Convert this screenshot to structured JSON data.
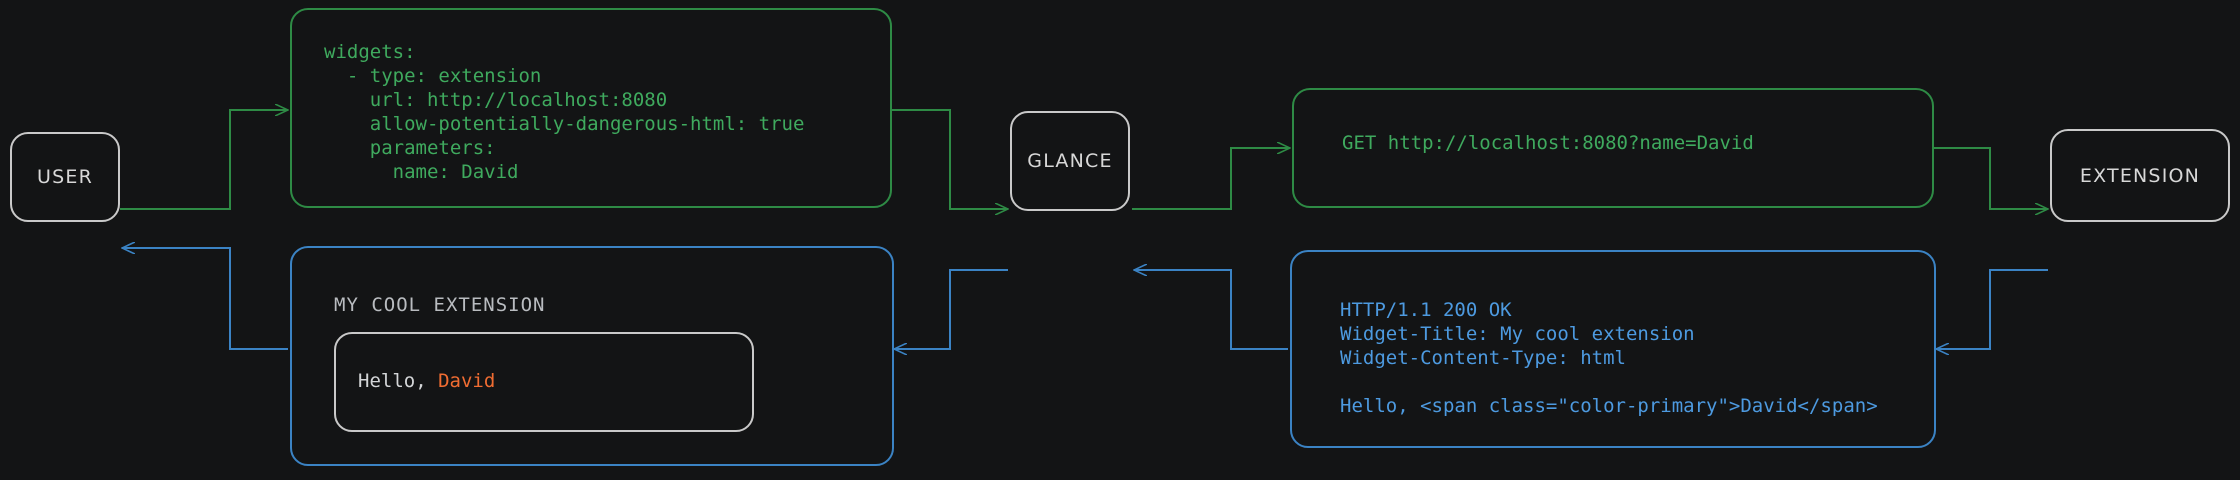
{
  "diagram": {
    "title": "glance extension widget request flow",
    "background_color": "#131415",
    "request_color": "#3faa5e",
    "response_color": "#4d9ae0",
    "node_color": "#c9c9c9",
    "accent_color": "#ef6c32"
  },
  "nodes": {
    "user": {
      "label": "USER"
    },
    "glance": {
      "label": "GLANCE"
    },
    "extension": {
      "label": "EXTENSION"
    }
  },
  "config_box": {
    "text": "widgets:\n  - type: extension\n    url: http://localhost:8080\n    allow-potentially-dangerous-html: true\n    parameters:\n      name: David"
  },
  "request_box": {
    "text": "GET http://localhost:8080?name=David"
  },
  "response_box": {
    "text": "HTTP/1.1 200 OK\nWidget-Title: My cool extension\nWidget-Content-Type: html\n\nHello, <span class=\"color-primary\">David</span>"
  },
  "rendered_widget": {
    "title": "MY COOL EXTENSION",
    "body_prefix": "Hello, ",
    "body_accent": "David"
  }
}
